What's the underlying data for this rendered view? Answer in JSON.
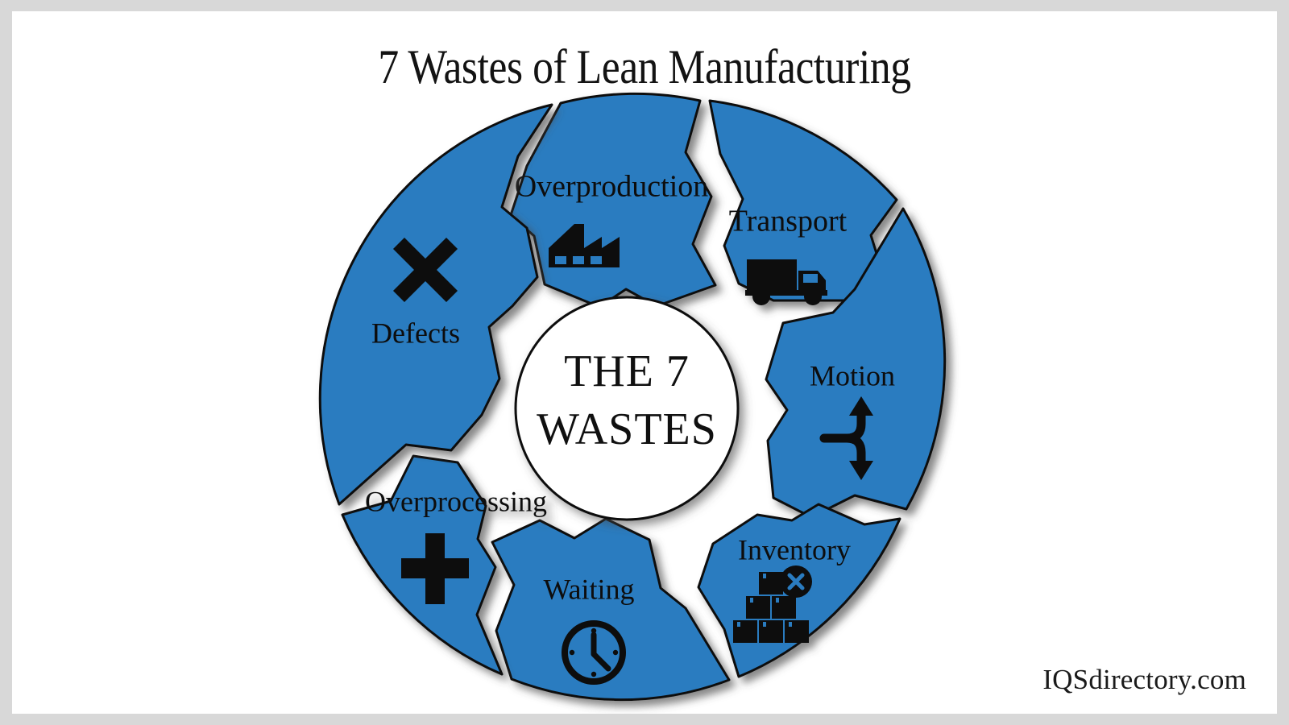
{
  "page": {
    "title": "7 Wastes of Lean Manufacturing",
    "watermark": "IQSdirectory.com",
    "background_color": "#ffffff",
    "frame_color": "#d8d8d8"
  },
  "hub": {
    "line1": "THE 7",
    "line2": "WASTES",
    "fill_color": "#ffffff",
    "text_color": "#101010"
  },
  "chart_data": {
    "type": "pie",
    "title": "7 Wastes of Lean Manufacturing",
    "center_label": "THE 7 WASTES",
    "segment_color": "#2b7cc0",
    "outline_color": "#101010",
    "gap_color": "#ffffff",
    "slice_count": 7,
    "slice_share_percent": 14.3,
    "categories": [
      "Overproduction",
      "Transport",
      "Motion",
      "Inventory",
      "Waiting",
      "Overprocessing",
      "Defects"
    ],
    "values": [
      1,
      1,
      1,
      1,
      1,
      1,
      1
    ],
    "legend": "none",
    "grid": false
  },
  "segments": [
    {
      "id": "overproduction",
      "label": "Overproduction",
      "icon": "factory-icon",
      "color": "#2b7cc0",
      "label_font_size": 38,
      "order": 1
    },
    {
      "id": "transport",
      "label": "Transport",
      "icon": "truck-icon",
      "color": "#2b7cc0",
      "label_font_size": 38,
      "order": 2
    },
    {
      "id": "motion",
      "label": "Motion",
      "icon": "branching-arrows-icon",
      "color": "#2b7cc0",
      "label_font_size": 36,
      "order": 3
    },
    {
      "id": "inventory",
      "label": "Inventory",
      "icon": "stacked-boxes-icon",
      "color": "#2b7cc0",
      "label_font_size": 36,
      "order": 4
    },
    {
      "id": "waiting",
      "label": "Waiting",
      "icon": "clock-icon",
      "color": "#2b7cc0",
      "label_font_size": 36,
      "order": 5
    },
    {
      "id": "overprocessing",
      "label": "Overprocessing",
      "icon": "plus-icon",
      "color": "#2b7cc0",
      "label_font_size": 36,
      "order": 6
    },
    {
      "id": "defects",
      "label": "Defects",
      "icon": "cross-x-icon",
      "color": "#2b7cc0",
      "label_font_size": 36,
      "order": 7
    }
  ]
}
